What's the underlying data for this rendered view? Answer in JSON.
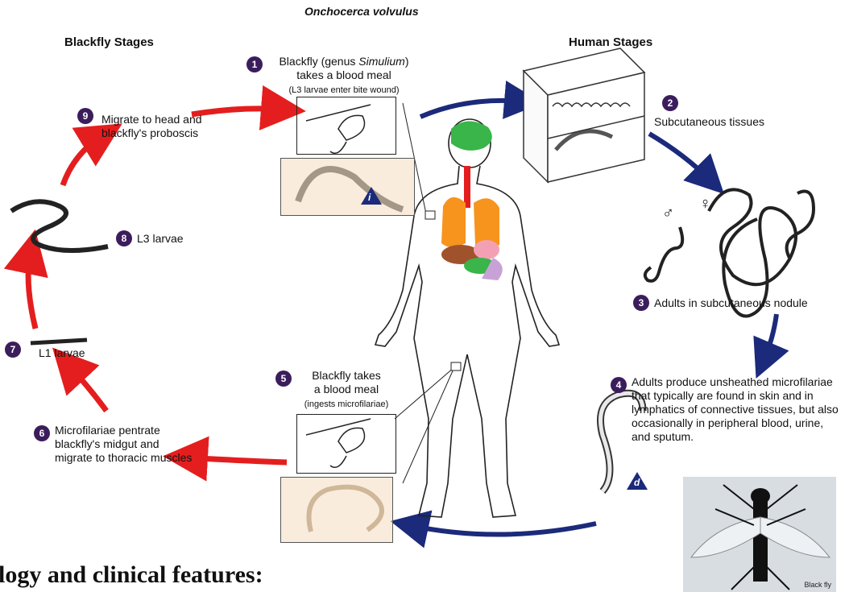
{
  "diagram": {
    "title": "Onchocerca volvulus",
    "blackfly_heading": "Blackfly Stages",
    "human_heading": "Human Stages",
    "steps": [
      {
        "num": "1",
        "line1": "Blackfly (genus ",
        "italic": "Simulium",
        "line1_end": ")",
        "line2": "takes a blood meal",
        "note": "(L3 larvae enter bite wound)"
      },
      {
        "num": "2",
        "text": "Subcutaneous tissues"
      },
      {
        "num": "3",
        "text": "Adults in subcutaneous nodule"
      },
      {
        "num": "4",
        "text": "Adults produce unsheathed microfilariae that typically are found in skin and in lymphatics of connective tissues,  but also occasionally in peripheral blood, urine, and sputum."
      },
      {
        "num": "5",
        "line1": "Blackfly takes",
        "line2": "a blood meal",
        "note": "(ingests microfilariae)"
      },
      {
        "num": "6",
        "text": "Microfilariae pentrate blackfly's midgut and migrate to thoracic muscles"
      },
      {
        "num": "7",
        "text": "L1 larvae"
      },
      {
        "num": "8",
        "text": "L3 larvae"
      },
      {
        "num": "9",
        "text": "Migrate to head and blackfly's proboscis"
      }
    ],
    "stage_marker_i": "i",
    "stage_marker_d": "d",
    "sex_symbols": {
      "male": "♂",
      "female": "♀"
    },
    "photo_caption": "Black fly"
  },
  "page_heading": "logy and clinical features:",
  "colors": {
    "red_arrow": "#e41e1e",
    "blue_arrow": "#1b2a7a",
    "step_badge": "#3b1d5c",
    "tan_panel": "#f6dcc0"
  }
}
